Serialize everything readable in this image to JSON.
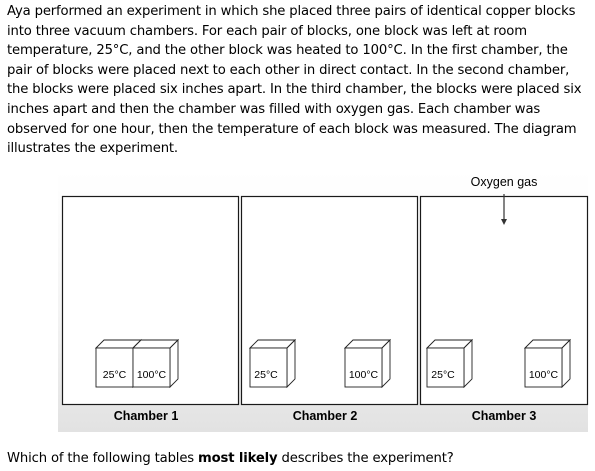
{
  "passage": "Aya performed an experiment in which she placed three pairs of identical copper blocks into three vacuum chambers. For each pair of blocks, one block was left at room temperature, 25°C, and the other block was heated to 100°C. In the first chamber, the pair of blocks were placed next to each other in direct contact. In the second chamber, the blocks were placed six inches apart. In the third chamber, the blocks were placed six inches apart and then the chamber was filled with oxygen gas. Each chamber was observed for one hour, then the temperature of each block was measured. The diagram illustrates the experiment.",
  "diagram": {
    "gas_label": "Oxygen gas",
    "chambers": [
      {
        "label": "Chamber 1",
        "block_left": "25°C",
        "block_right": "100°C"
      },
      {
        "label": "Chamber 2",
        "block_left": "25°C",
        "block_right": "100°C"
      },
      {
        "label": "Chamber 3",
        "block_left": "25°C",
        "block_right": "100°C"
      }
    ]
  },
  "question": {
    "before": "Which of the following tables ",
    "emphasis": "most likely",
    "after": " describes the experiment?"
  }
}
